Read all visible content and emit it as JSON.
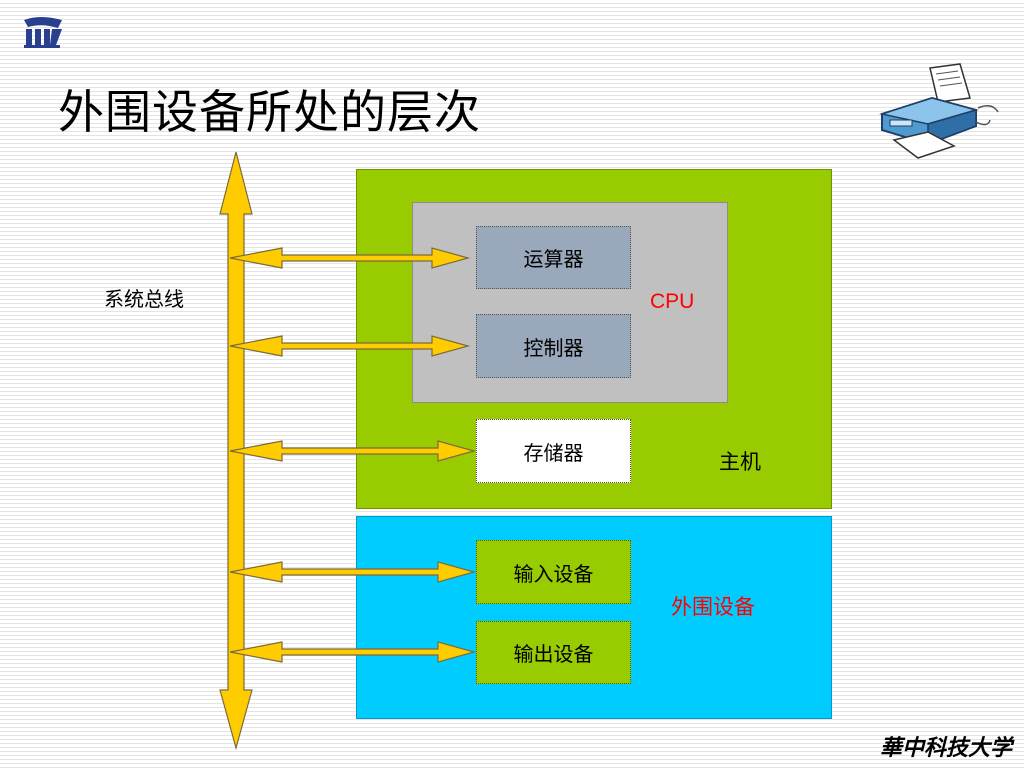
{
  "slide": {
    "title": "外围设备所处的层次",
    "bus_label": "系统总线",
    "footer_logo_text": "華中科技大学"
  },
  "diagram": {
    "host_label": "主机",
    "cpu_label": "CPU",
    "peripheral_label": "外围设备",
    "units": {
      "alu": "运算器",
      "controller": "控制器",
      "memory": "存储器",
      "input": "输入设备",
      "output": "输出设备"
    }
  },
  "colors": {
    "host": "#99cc00",
    "cpu": "#c0c0c0",
    "peripheral": "#00ccff",
    "bus": "#ffcc00",
    "accent_text": "#ff0000"
  },
  "icons": [
    "school-logo-icon",
    "printer-icon"
  ]
}
